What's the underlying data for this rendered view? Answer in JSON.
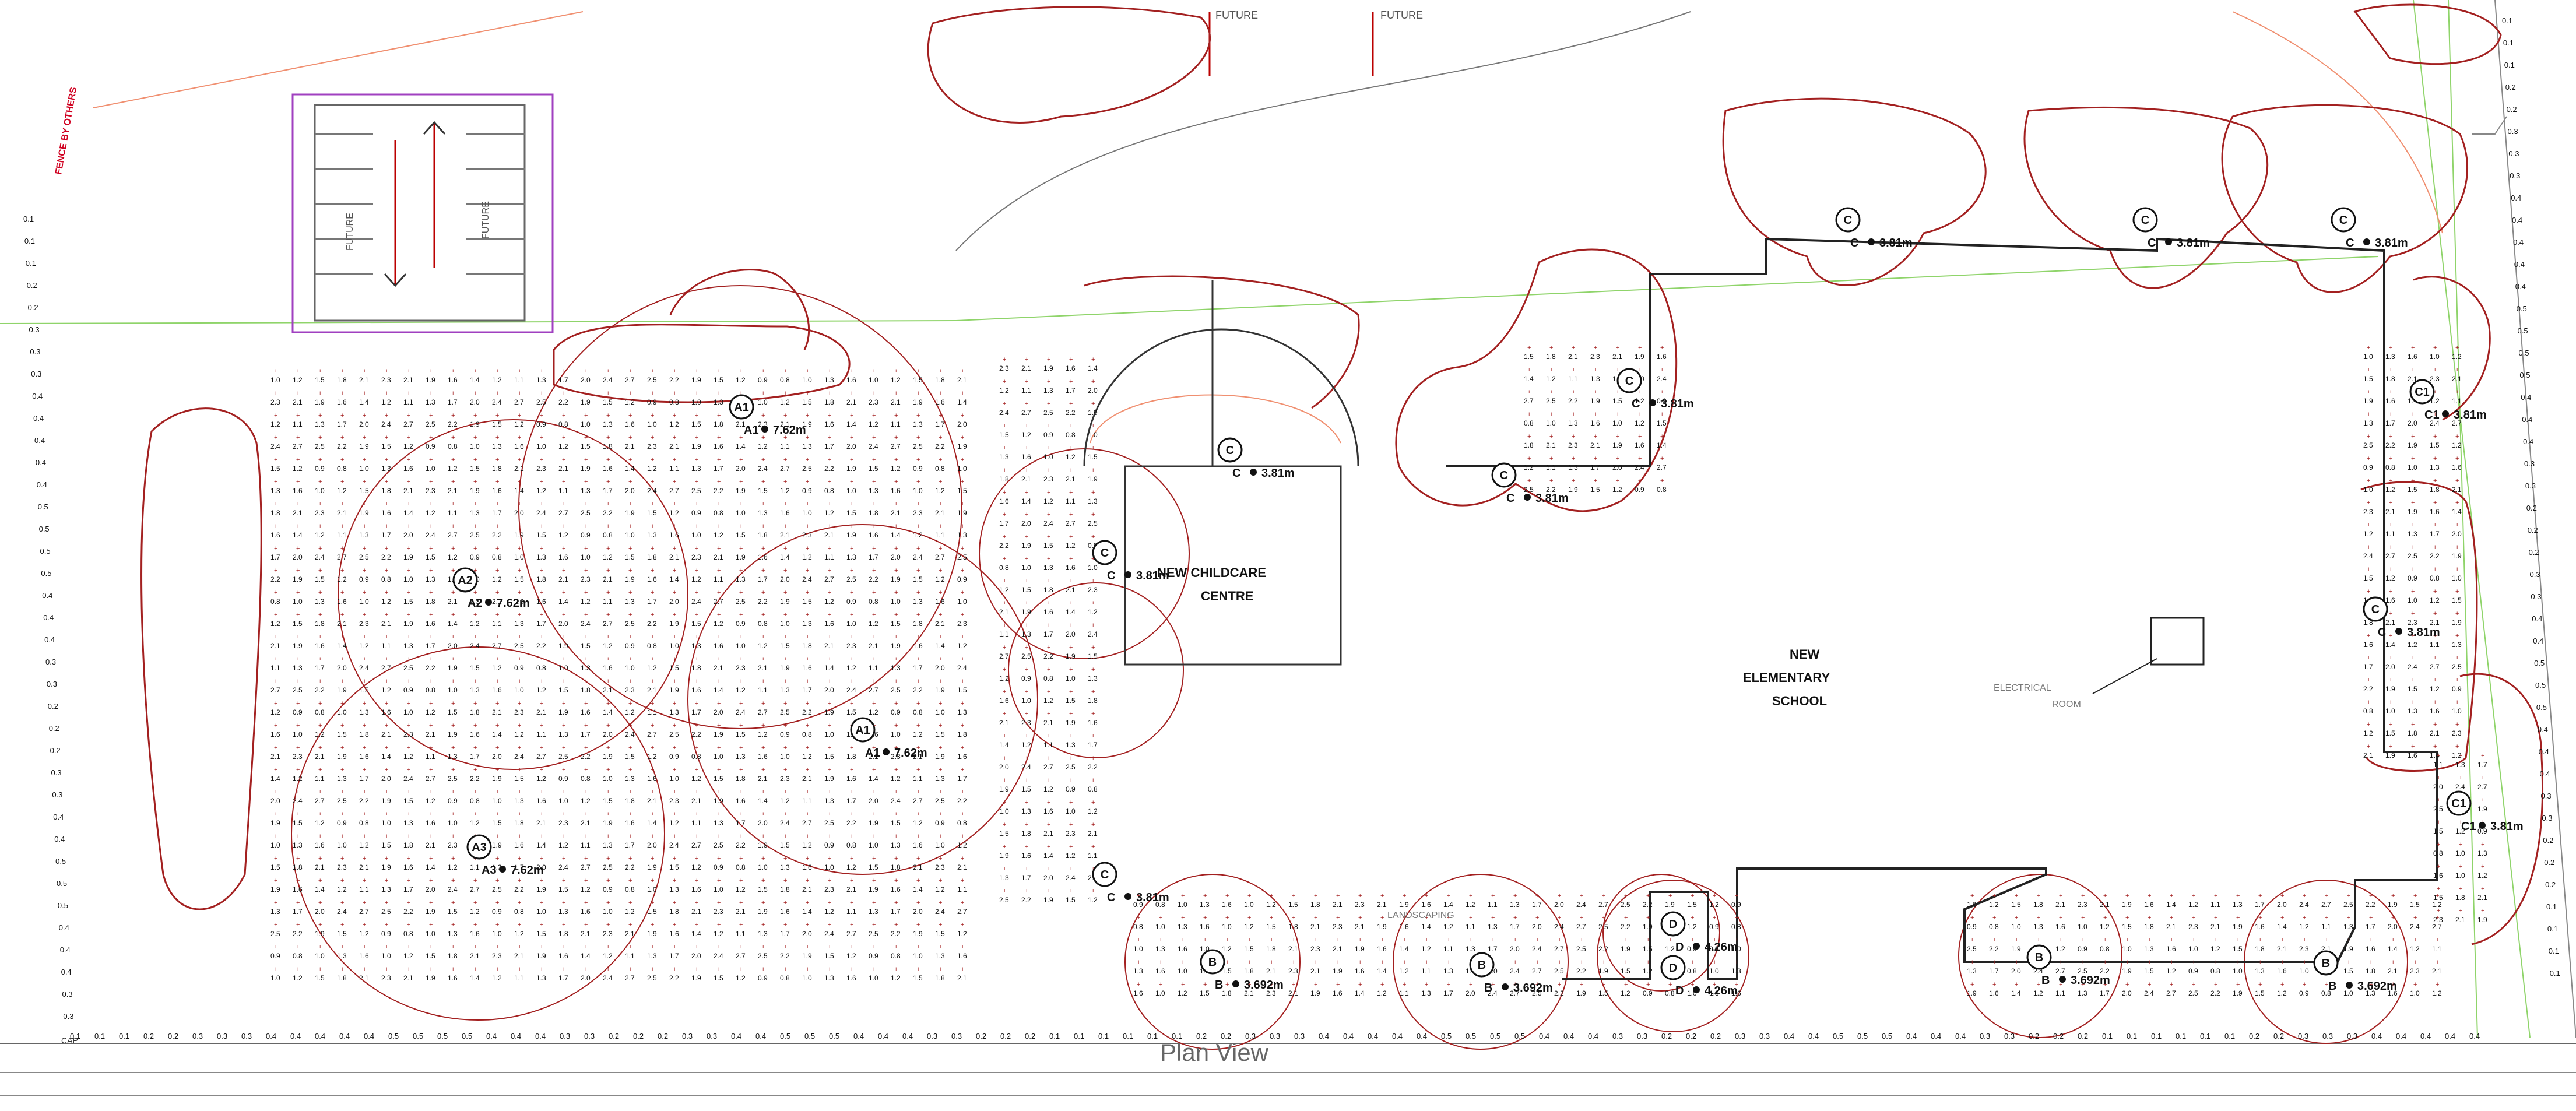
{
  "drawing": {
    "view_title": "Plan View",
    "fence_note": "FENCE BY OTHERS",
    "future_label": "FUTURE",
    "buildings": {
      "childcare": "NEW CHILDCARE\nCENTRE",
      "school": "NEW\nELEMENTARY\nSCHOOL",
      "electrical_room": "ELECTRICAL\nROOM"
    },
    "landscaping_label": "LANDSCAPING",
    "cap_label": "CAP",
    "pole_callouts": [
      {
        "tag": "A1",
        "height": "7.62m"
      },
      {
        "tag": "A2",
        "height": "7.62m"
      },
      {
        "tag": "A3",
        "height": "7.62m"
      },
      {
        "tag": "A1",
        "height": "7.62m"
      },
      {
        "tag": "B",
        "height": "3.692m"
      },
      {
        "tag": "B",
        "height": "3.692m"
      },
      {
        "tag": "B",
        "height": "3.692m"
      },
      {
        "tag": "B",
        "height": "3.692m"
      },
      {
        "tag": "C",
        "height": "3.81m"
      },
      {
        "tag": "C",
        "height": "3.81m"
      },
      {
        "tag": "C",
        "height": "3.81m"
      },
      {
        "tag": "C",
        "height": "3.81m"
      },
      {
        "tag": "C",
        "height": "3.81m"
      },
      {
        "tag": "C",
        "height": "3.81m"
      },
      {
        "tag": "C",
        "height": "3.81m"
      },
      {
        "tag": "C",
        "height": "3.81m"
      },
      {
        "tag": "C",
        "height": "3.81m"
      },
      {
        "tag": "C1",
        "height": "3.81m"
      },
      {
        "tag": "C1",
        "height": "3.81m"
      },
      {
        "tag": "D",
        "height": "4.26m"
      },
      {
        "tag": "D",
        "height": "4.26m"
      }
    ],
    "perimeter_values": [
      "0.1",
      "0.1",
      "0.1",
      "0.2",
      "0.2",
      "0.3",
      "0.3",
      "0.3",
      "0.4",
      "0.4",
      "0.4",
      "0.4",
      "0.4",
      "0.5",
      "0.5",
      "0.5",
      "0.5",
      "0.4",
      "0.4",
      "0.4",
      "0.3",
      "0.3",
      "0.2",
      "0.2",
      "0.2",
      "0.3",
      "0.3",
      "0.4",
      "0.4",
      "0.5",
      "0.5",
      "0.5",
      "0.4",
      "0.4",
      "0.4",
      "0.3",
      "0.3",
      "0.2",
      "0.2",
      "0.2",
      "0.1",
      "0.1",
      "0.1"
    ],
    "grid_values": [
      "1.0",
      "1.2",
      "1.5",
      "1.8",
      "2.1",
      "2.3",
      "2.1",
      "1.9",
      "1.6",
      "1.4",
      "1.2",
      "1.1",
      "1.3",
      "1.7",
      "2.0",
      "2.4",
      "2.7",
      "2.5",
      "2.2",
      "1.9",
      "1.5",
      "1.2",
      "0.9",
      "0.8",
      "1.0",
      "1.3",
      "1.6"
    ]
  }
}
